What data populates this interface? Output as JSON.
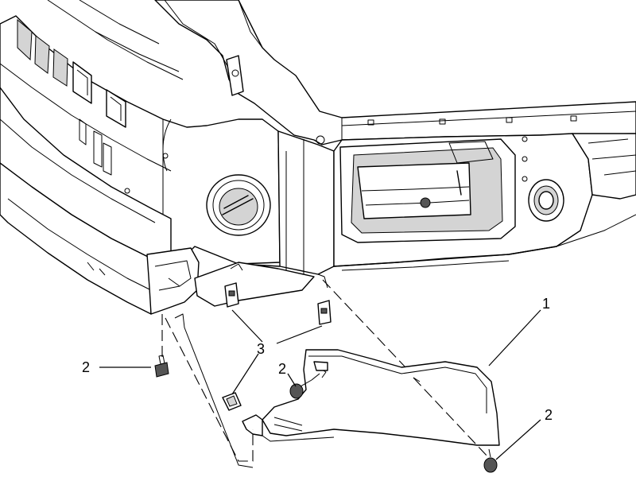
{
  "callouts": {
    "deflector": "1",
    "screw_left": "2",
    "screw_mid": "2",
    "screw_right": "2",
    "clip_nuts": "3"
  }
}
